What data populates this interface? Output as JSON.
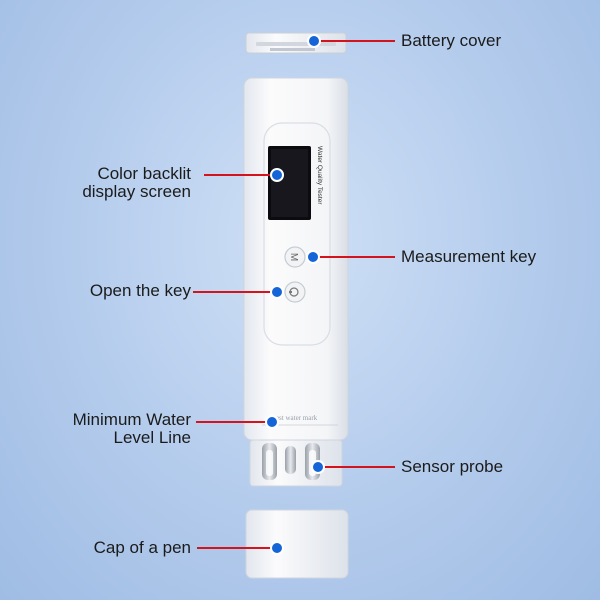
{
  "colors": {
    "leader_line": "#d4141c",
    "marker_dot": "#1565d8",
    "marker_ring": "#ffffff",
    "device_body": "#f6f7f9",
    "screen": "#0c0c10"
  },
  "device": {
    "screen_caption": "Water Quality Tester",
    "water_mark_text": "test water mark",
    "measure_key_icon": "M-key-icon",
    "power_key_icon": "power-key-icon"
  },
  "labels": {
    "battery_cover": "Battery cover",
    "display_line1": "Color backlit",
    "display_line2": "display screen",
    "measurement_key": "Measurement key",
    "open_key": "Open the key",
    "water_level_line1": "Minimum Water",
    "water_level_line2": "Level Line",
    "sensor_probe": "Sensor probe",
    "pen_cap": "Cap of a pen"
  }
}
